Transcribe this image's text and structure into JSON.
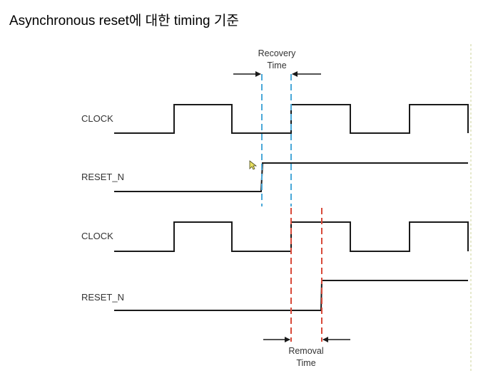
{
  "title": "Asynchronous reset에 대한 timing 기준",
  "recovery": {
    "label_line1": "Recovery",
    "label_line2": "Time"
  },
  "removal": {
    "label_line1": "Removal",
    "label_line2": "Time"
  },
  "signals": [
    {
      "id": "clock-1",
      "label": "CLOCK"
    },
    {
      "id": "reset-1",
      "label": "RESET_N"
    },
    {
      "id": "clock-2",
      "label": "CLOCK"
    },
    {
      "id": "reset-2",
      "label": "RESET_N"
    }
  ],
  "colors": {
    "waveform": "#1a1a1a",
    "recovery_marker": "#4aa8d8",
    "removal_marker": "#d84a3a",
    "right_guide": "#e6e9cc"
  }
}
